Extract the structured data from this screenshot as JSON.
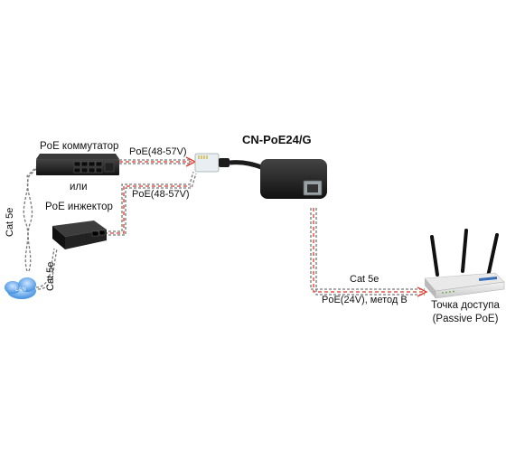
{
  "diagram": {
    "title": "CN-PoE24/G",
    "devices": {
      "switch_label": "PoE коммутатор",
      "or_label": "или",
      "injector_label": "PoE инжектор",
      "cloud_label": "LAN",
      "ap_label_line1": "Точка доступа",
      "ap_label_line2": "(Passive PoE)"
    },
    "cables": {
      "cat5e_left": "Cat 5e",
      "cat5e_bottom": "Cat 5e",
      "cat5e_right": "Cat 5e",
      "poe_in_top": "PoE(48-57V)",
      "poe_in_bottom": "PoE(48-57V)",
      "poe_out": "PoE(24V), метод В"
    },
    "colors": {
      "cable": "#7a7a7a",
      "power_dash": "#e0392b",
      "device_dark": "#1e1e1e"
    }
  }
}
